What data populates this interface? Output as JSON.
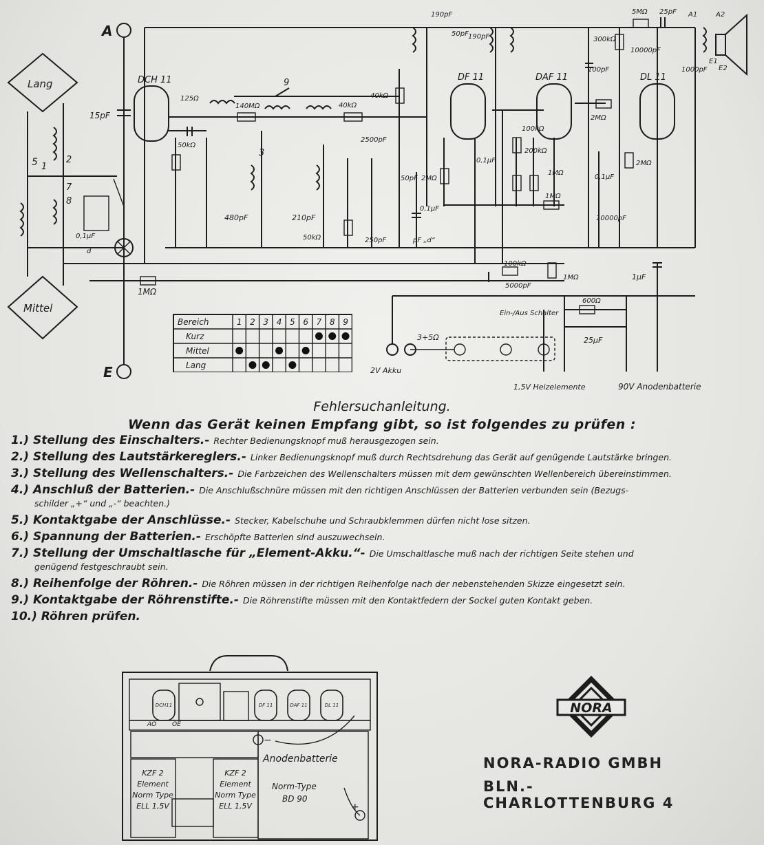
{
  "schematic": {
    "terminals": {
      "a": "A",
      "e": "E"
    },
    "coils": {
      "lang": "Lang",
      "mittel": "Mittel"
    },
    "tubes": [
      "DCH 11",
      "DF 11",
      "DAF 11",
      "DL 11"
    ],
    "components": [
      "15pF",
      "125Ω",
      "140MΩ",
      "40kΩ",
      "40kΩ",
      "190pF",
      "50pF",
      "190pF",
      "50kΩ",
      "480pF",
      "210pF",
      "50kΩ",
      "2500pF",
      "50pF",
      "2MΩ",
      "0,1µF",
      "0,1µF",
      "1MΩ",
      "100kΩ",
      "200kΩ",
      "2MΩ",
      "1MΩ",
      "5000pF",
      "1MΩ",
      "0,1µF",
      "10000pF",
      "1µF",
      "300kΩ",
      "100pF",
      "2MΩ",
      "5MΩ",
      "25pF",
      "10000pF",
      "1000pF",
      "600Ω",
      "25µF",
      "3+5Ω",
      "0,1µF",
      "d",
      "250pF",
      "pF „d“"
    ],
    "switch_numbers": [
      "1",
      "2",
      "5",
      "7",
      "8",
      "3",
      "9"
    ],
    "speaker_labels": [
      "A1",
      "A2",
      "E1",
      "E2"
    ],
    "battery": {
      "akku": "2V Akku",
      "switch": "Ein-/Aus Schalter",
      "heater": "1,5V Heizelemente",
      "anode": "90V Anodenbatterie"
    }
  },
  "band_table": {
    "corner": "Bereich",
    "columns": [
      "1",
      "2",
      "3",
      "4",
      "5",
      "6",
      "7",
      "8",
      "9"
    ],
    "rows": [
      {
        "name": "Kurz",
        "marks": [
          7,
          8,
          9
        ]
      },
      {
        "name": "Mittel",
        "marks": [
          1,
          4,
          6
        ]
      },
      {
        "name": "Lang",
        "marks": [
          2,
          3,
          5
        ]
      }
    ]
  },
  "guide": {
    "title": "Fehlersuchanleitung.",
    "subtitle": "Wenn das Gerät keinen Empfang gibt, so ist folgendes zu prüfen :",
    "items": [
      {
        "k": "1.) Stellung des Einschalters.-",
        "d": "Rechter Bedienungsknopf muß herausgezogen sein.",
        "c": ""
      },
      {
        "k": "2.) Stellung des Lautstärkereglers.-",
        "d": "Linker Bedienungsknopf muß durch Rechtsdrehung das Gerät auf genügende Lautstärke bringen.",
        "c": ""
      },
      {
        "k": "3.) Stellung des Wellenschalters.-",
        "d": "Die Farbzeichen des Wellenschalters müssen mit dem gewünschten Wellenbereich übereinstimmen.",
        "c": ""
      },
      {
        "k": "4.) Anschluß der Batterien.-",
        "d": "Die Anschlußschnüre müssen mit den richtigen Anschlüssen der Batterien verbunden sein (Bezugs-",
        "c": "schilder „+“ und „-“ beachten.)"
      },
      {
        "k": "5.) Kontaktgabe der Anschlüsse.-",
        "d": "Stecker, Kabelschuhe und Schraubklemmen dürfen nicht lose sitzen.",
        "c": ""
      },
      {
        "k": "6.) Spannung der Batterien.-",
        "d": "Erschöpfte Batterien sind auszuwechseln.",
        "c": ""
      },
      {
        "k": "7.) Stellung der Umschaltlasche für „Element-Akku.“-",
        "d": "Die Umschaltlasche muß nach der richtigen Seite stehen und",
        "c": "genügend festgeschraubt sein."
      },
      {
        "k": "8.) Reihenfolge der Röhren.-",
        "d": "Die Röhren müssen in der richtigen Reihenfolge nach der nebenstehenden Skizze eingesetzt sein.",
        "c": ""
      },
      {
        "k": "9.) Kontaktgabe der Röhrenstifte.-",
        "d": "Die Röhrenstifte müssen mit den Kontaktfedern der Sockel guten Kontakt geben.",
        "c": ""
      },
      {
        "k": "10.) Röhren prüfen.",
        "d": "",
        "c": ""
      }
    ]
  },
  "case_sketch": {
    "tubes": [
      "DCH11",
      "DF 11",
      "DAF 11",
      "DL 11"
    ],
    "chassis_labels": [
      "AO",
      "OE"
    ],
    "anode_battery": "Anodenbatterie",
    "norm_type": "Norm-Type",
    "bd90": "BD 90",
    "cell_left": [
      "KZF 2",
      "Element",
      "Norm Type",
      "ELL 1,5V"
    ],
    "cell_right": [
      "KZF 2",
      "Element",
      "Norm Type",
      "ELL 1,5V"
    ],
    "minus": "−",
    "plus": "+"
  },
  "brand": {
    "logo": "NORA",
    "company_line1": "NORA-RADIO GMBH",
    "company_line2": "BLN.-CHARLOTTENBURG 4"
  }
}
